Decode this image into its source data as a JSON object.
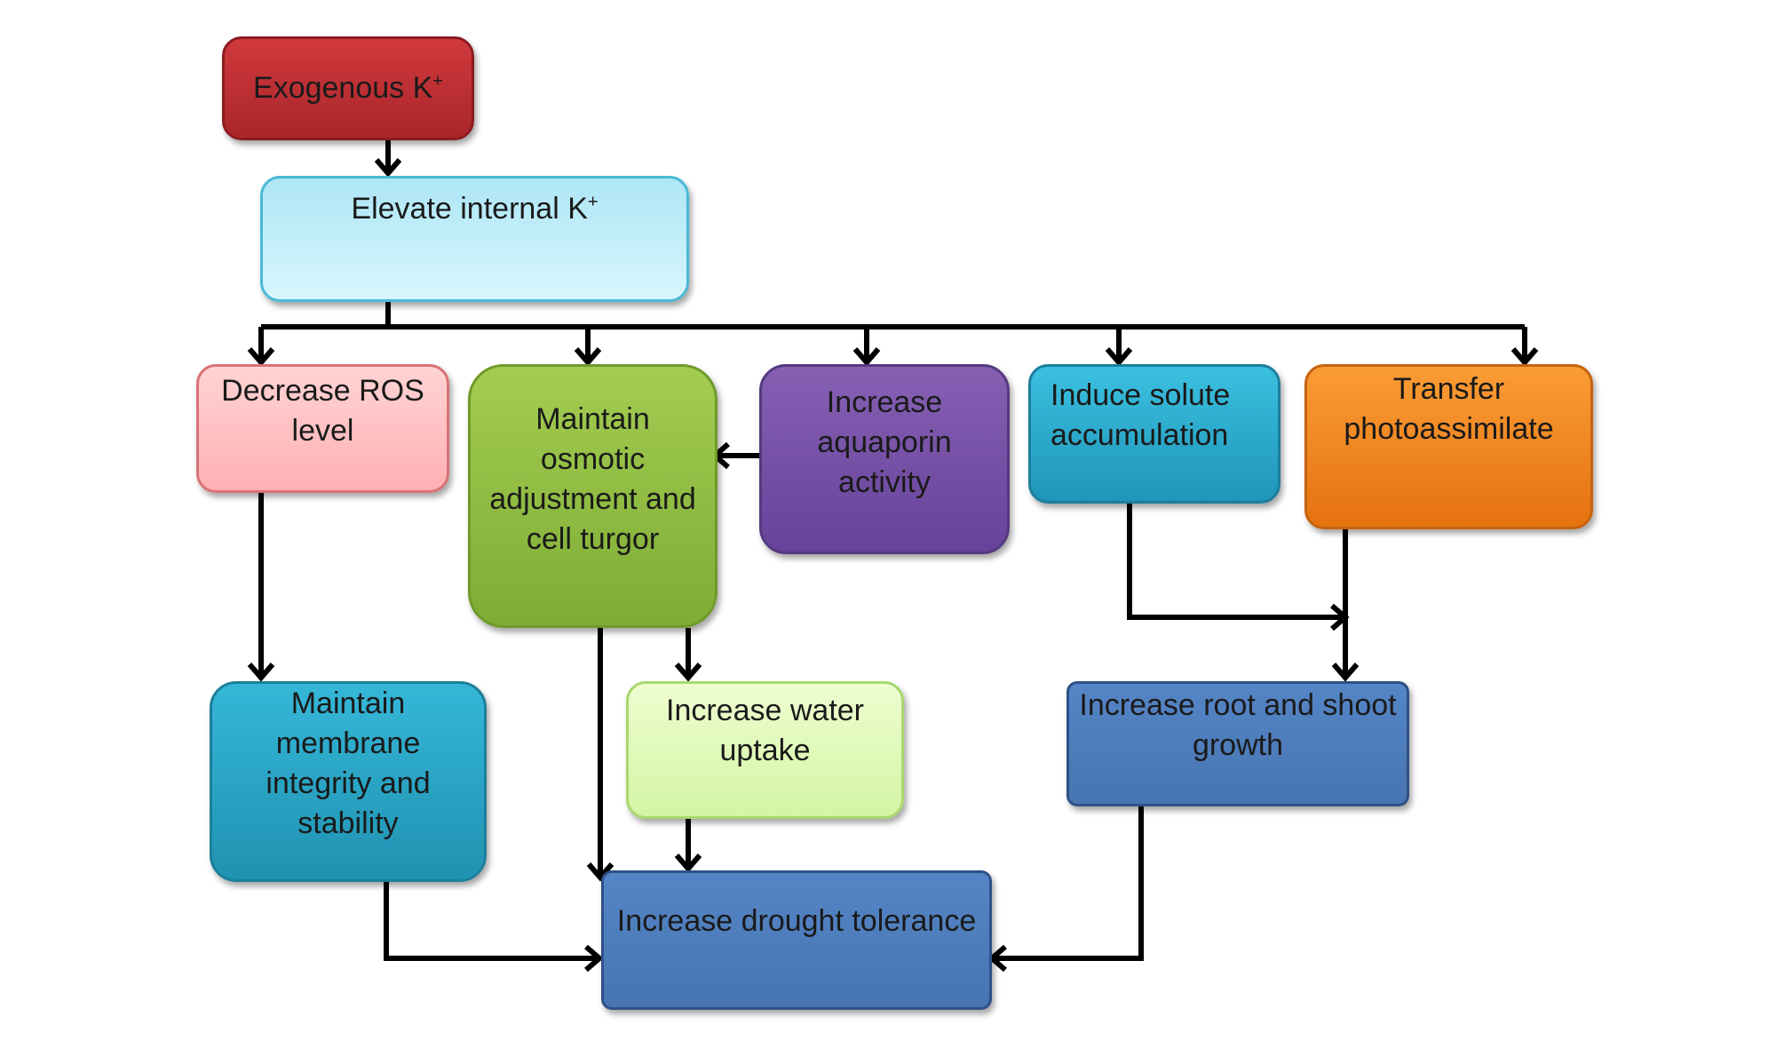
{
  "nodes": {
    "exogenous_k": {
      "text": "Exogenous K",
      "sup": "+"
    },
    "elevate_k": {
      "text": "Elevate internal K",
      "sup": "+"
    },
    "decrease_ros": {
      "text": "Decrease ROS\nlevel"
    },
    "maintain_osmotic": {
      "text": "Maintain\nosmotic\nadjustment and\ncell turgor"
    },
    "increase_aquaporin": {
      "text": "Increase\naquaporin\nactivity"
    },
    "induce_solute": {
      "text": "Induce solute\naccumulation"
    },
    "transfer_photo": {
      "text": "Transfer\nphotoassimilate"
    },
    "maintain_membrane": {
      "text": "Maintain\nmembrane\nintegrity and\nstability"
    },
    "increase_water": {
      "text": "Increase water\nuptake"
    },
    "increase_root": {
      "text": "Increase root and shoot\ngrowth"
    },
    "increase_drought": {
      "text": "Increase drought tolerance"
    }
  },
  "colors": {
    "red": "#b5292d",
    "light_cyan": "#bfeefa",
    "pink": "#ffc1c3",
    "green": "#8fbe3e",
    "purple": "#7851a6",
    "cyan": "#2fb0d4",
    "orange": "#f58a1f",
    "teal": "#2ea9cb",
    "pale_green": "#e1fbb8",
    "steel_blue": "#4f7fc0",
    "arrow": "#000000"
  }
}
